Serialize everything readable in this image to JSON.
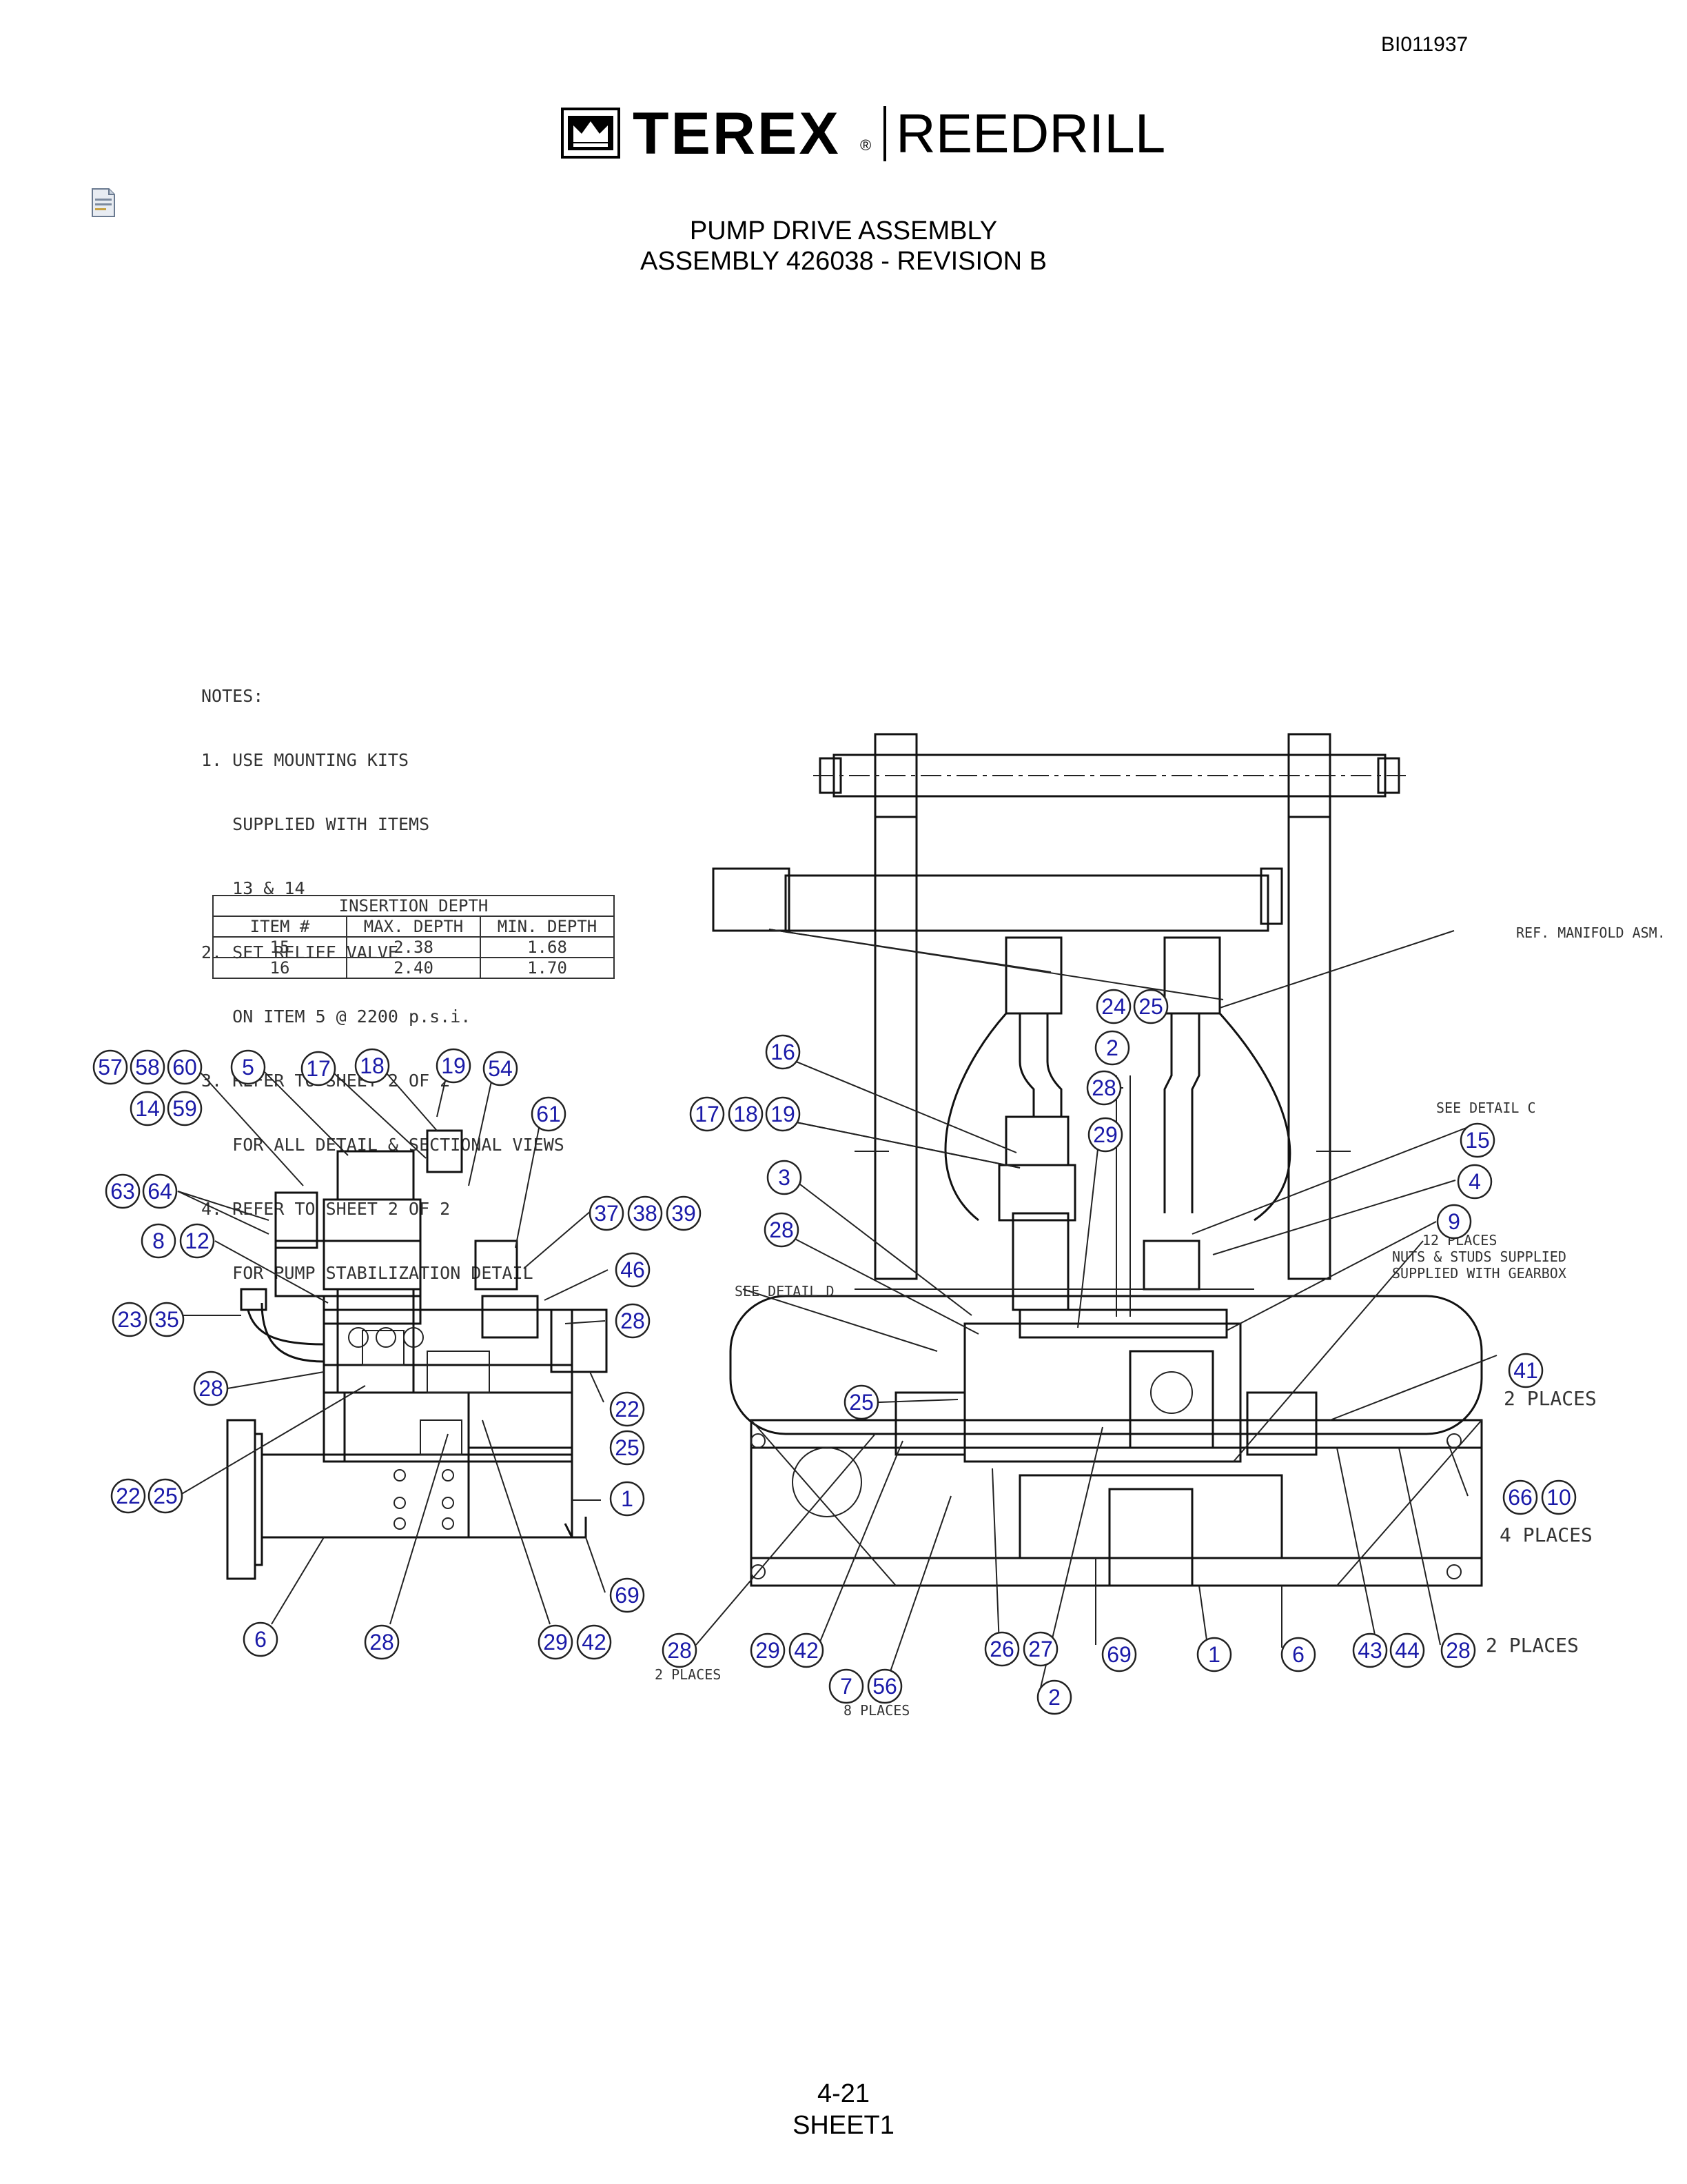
{
  "doc_number": "BI011937",
  "logo": {
    "brand": "TEREX",
    "reg_mark": "®",
    "product": "REEDRILL"
  },
  "file_icon": "document-icon",
  "title": {
    "line1": "PUMP DRIVE ASSEMBLY",
    "line2": "ASSEMBLY 426038 - REVISION B"
  },
  "notes": [
    "NOTES:",
    "1. USE MOUNTING KITS",
    "   SUPPLIED WITH ITEMS",
    "   13 & 14",
    "2. SET RELIEF VALVE",
    "   ON ITEM 5 @ 2200 p.s.i.",
    "3. REFER TO SHEET 2 OF 2",
    "   FOR ALL DETAIL & SECTIONAL VIEWS",
    "4. REFER TO SHEET 2 OF 2",
    "   FOR PUMP STABILIZATION DETAIL"
  ],
  "insertion_table": {
    "caption": "INSERTION DEPTH",
    "headers": [
      "ITEM #",
      "MAX. DEPTH",
      "MIN. DEPTH"
    ],
    "rows": [
      [
        "15",
        "2.38",
        "1.68"
      ],
      [
        "16",
        "2.40",
        "1.70"
      ]
    ]
  },
  "annotations": {
    "ref_manifold": "REF. MANIFOLD ASM.",
    "see_detail_c": "SEE DETAIL C",
    "see_detail_d": "SEE DETAIL D",
    "twelve_places": "12 PLACES",
    "nuts_studs": "NUTS & STUDS SUPPLIED",
    "with_gearbox": "SUPPLIED WITH GEARBOX",
    "two_places_41": "2 PLACES",
    "four_places": "4 PLACES",
    "two_places_28r": "2 PLACES",
    "two_places_28l": "2 PLACES",
    "eight_places": "8 PLACES"
  },
  "balloons": {
    "b57": "57",
    "b58": "58",
    "b60": "60",
    "b5": "5",
    "b17a": "17",
    "b18a": "18",
    "b19a": "19",
    "b54": "54",
    "b14": "14",
    "b59": "59",
    "b61": "61",
    "b63": "63",
    "b64": "64",
    "b8": "8",
    "b12": "12",
    "b37": "37",
    "b38": "38",
    "b39": "39",
    "b46": "46",
    "b23": "23",
    "b35": "35",
    "b28a": "28",
    "b28b": "28",
    "b22a": "22",
    "b25a": "25",
    "b22b": "22",
    "b25b": "25",
    "b1a": "1",
    "b69a": "69",
    "b6a": "6",
    "b28c": "28",
    "b29a": "29",
    "b42a": "42",
    "b16": "16",
    "b17b": "17",
    "b18b": "18",
    "b19b": "19",
    "b24": "24",
    "b25c": "25",
    "b2a": "2",
    "b28d": "28",
    "b29b": "29",
    "b15": "15",
    "b3": "3",
    "b4": "4",
    "b28e": "28",
    "b9": "9",
    "b41": "41",
    "b25d": "25",
    "b66": "66",
    "b10": "10",
    "b28f": "28",
    "b29c": "29",
    "b42b": "42",
    "b7": "7",
    "b56": "56",
    "b26": "26",
    "b27": "27",
    "b69b": "69",
    "b1b": "1",
    "b6b": "6",
    "b43": "43",
    "b44": "44",
    "b28g": "28",
    "b2b": "2"
  },
  "page_number": "4-21",
  "sheet": "SHEET1"
}
